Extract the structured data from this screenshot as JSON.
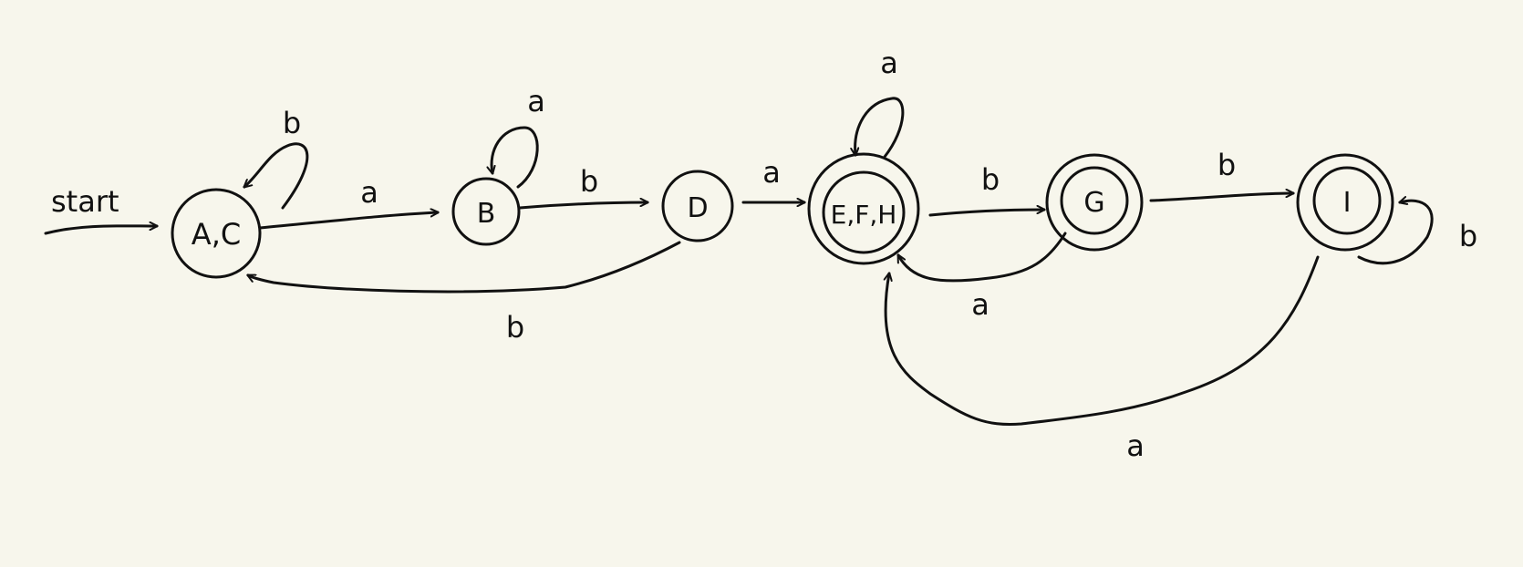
{
  "diagram": {
    "start_label": "start",
    "states": [
      {
        "id": "AC",
        "label": "A,C",
        "accepting": false
      },
      {
        "id": "B",
        "label": "B",
        "accepting": false
      },
      {
        "id": "D",
        "label": "D",
        "accepting": false
      },
      {
        "id": "EFH",
        "label": "E,F,H",
        "accepting": true
      },
      {
        "id": "G",
        "label": "G",
        "accepting": true
      },
      {
        "id": "I",
        "label": "I",
        "accepting": true
      }
    ],
    "transitions": [
      {
        "from": "AC",
        "to": "AC",
        "label": "b"
      },
      {
        "from": "AC",
        "to": "B",
        "label": "a"
      },
      {
        "from": "B",
        "to": "B",
        "label": "a"
      },
      {
        "from": "B",
        "to": "D",
        "label": "b"
      },
      {
        "from": "D",
        "to": "AC",
        "label": "b"
      },
      {
        "from": "D",
        "to": "EFH",
        "label": "a"
      },
      {
        "from": "EFH",
        "to": "EFH",
        "label": "a"
      },
      {
        "from": "EFH",
        "to": "G",
        "label": "b"
      },
      {
        "from": "G",
        "to": "EFH",
        "label": "a"
      },
      {
        "from": "G",
        "to": "I",
        "label": "b"
      },
      {
        "from": "I",
        "to": "I",
        "label": "b"
      },
      {
        "from": "I",
        "to": "EFH",
        "label": "a"
      }
    ]
  }
}
